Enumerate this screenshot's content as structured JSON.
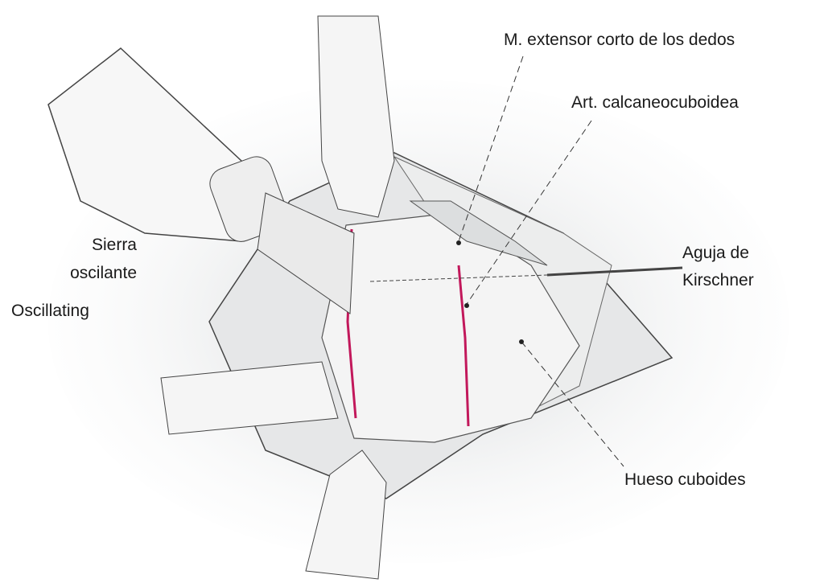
{
  "labels": {
    "extensor": "M. extensor corto de los dedos",
    "articulation": "Art. calcaneocuboidea",
    "kwire_line1": "Aguja de",
    "kwire_line2": "Kirschner",
    "saw_line1": "Sierra",
    "saw_line2": "oscilante",
    "saw_en": "Oscillating",
    "cuboid": "Hueso cuboides"
  },
  "colors": {
    "cut_line": "#c2185b",
    "ink": "#333333",
    "shade": "#d8dadc"
  }
}
